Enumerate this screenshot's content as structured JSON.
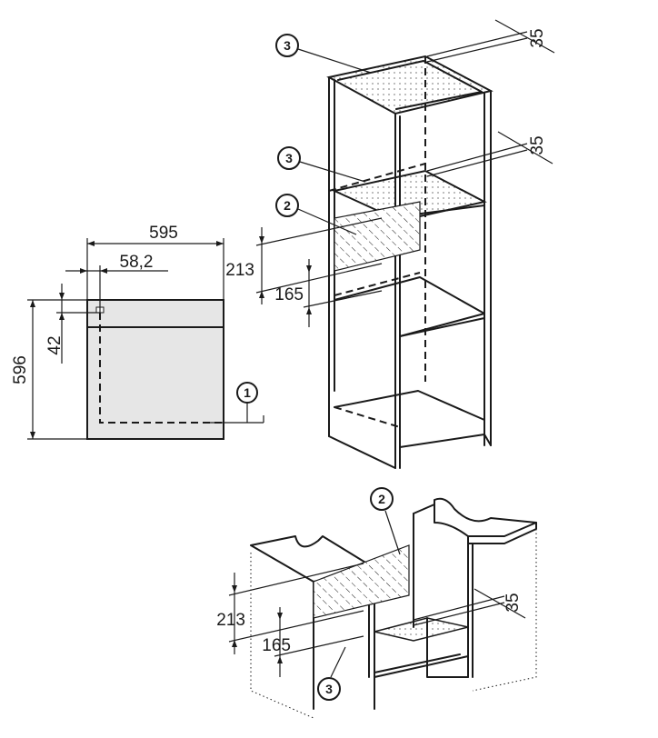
{
  "oven_front": {
    "width": "595",
    "height": "596",
    "offset_x": "58,2",
    "offset_y": "42"
  },
  "tall_cabinet": {
    "niche_height": "213",
    "gap_height": "165",
    "vent_depth_top": "35",
    "vent_depth_mid": "35"
  },
  "base_cabinet": {
    "niche_height": "213",
    "gap_height": "165",
    "vent_depth": "35"
  },
  "callouts": {
    "c1": "1",
    "c2_tall": "2",
    "c2_base": "2",
    "c3_top": "3",
    "c3_mid": "3",
    "c3_base": "3"
  },
  "colors": {
    "line": "#1a1a1a",
    "front_fill": "#e6e6e6",
    "background": "#ffffff"
  }
}
